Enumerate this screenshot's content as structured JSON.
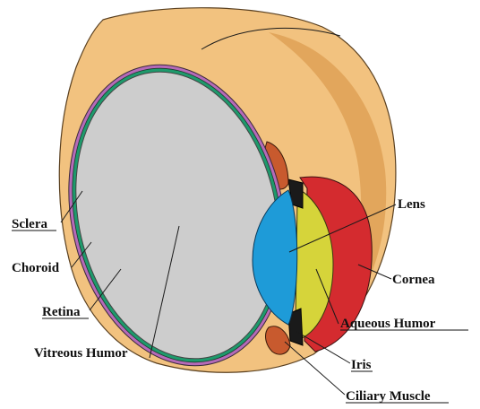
{
  "labels": {
    "sclera": "Sclera",
    "choroid": "Choroid",
    "retina": "Retina",
    "vitreous_humor": "Vitreous Humor",
    "lens": "Lens",
    "cornea": "Cornea",
    "aqueous_humor": "Aqueous Humor",
    "iris": "Iris",
    "ciliary_muscle": "Ciliary Muscle"
  },
  "colors": {
    "sclera": "#F2C27F",
    "sclera_shade": "#E2A65C",
    "choroid": "#B56AB8",
    "retina": "#1E9A6C",
    "vitreous_humor": "#CDCDCD",
    "lens": "#1E9BD8",
    "cornea": "#D42B2F",
    "aqueous_humor": "#D6D43A",
    "iris": "#1A1A1A",
    "ciliary_muscle": "#C85A2E"
  }
}
